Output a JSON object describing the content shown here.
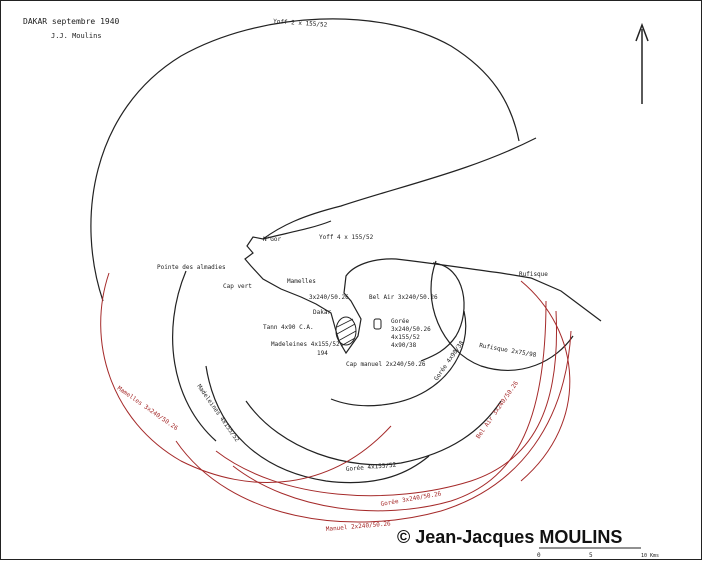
{
  "header": {
    "title": "DAKAR septembre 1940",
    "author": "J.J. Moulins"
  },
  "compass": {
    "icon": "north-arrow-icon"
  },
  "places": {
    "goree": "Gorée",
    "pointe_almadies": "Pointe des almadies",
    "cap_vert": "Cap vert",
    "mamelles": "Mamelles",
    "dakar": "Dakar",
    "rufisque": "Rufisque",
    "ngor": "N'Gor"
  },
  "batteries": {
    "yoff_top": "Yoff 2 x 155/52",
    "yoff_coast": "Yoff 4 x 155/52",
    "rufisque": "Rufisque 2 x 75/98",
    "bel_air_left": "3x240/50.26",
    "bel_air": "Bel Air 3x240/50.26",
    "goree_1": "3x240/50.26",
    "goree_2": "4x155/52",
    "goree_3": "4x90/38",
    "cap_manuel": "Cap manuel 2x240/50.26",
    "tann": "Tann 4x90 C.A.",
    "madeleine": "Madeleines 4x155/52",
    "madeleine_2": "194",
    "goree_arc": "Gorée 4x90/38",
    "goree_lower": "Gorée 4x155/52",
    "rufisque_arc": "Rufisque 2x75/98",
    "madeleines_arc": "Madeleines 4x155/52",
    "mamelles_red": "Mamelles 3x240/50.26",
    "belair_red": "Bel Air 3x240/50.26",
    "goree_red": "Gorée 3x240/50.26",
    "manuel_red": "Manuel 2x240/50.26"
  },
  "scale": {
    "zero": "0",
    "five": "5",
    "ten": "10 Kms"
  },
  "copyright": "© Jean-Jacques MOULINS",
  "colors": {
    "ink": "#222222",
    "red_ink": "#a52a2a"
  }
}
